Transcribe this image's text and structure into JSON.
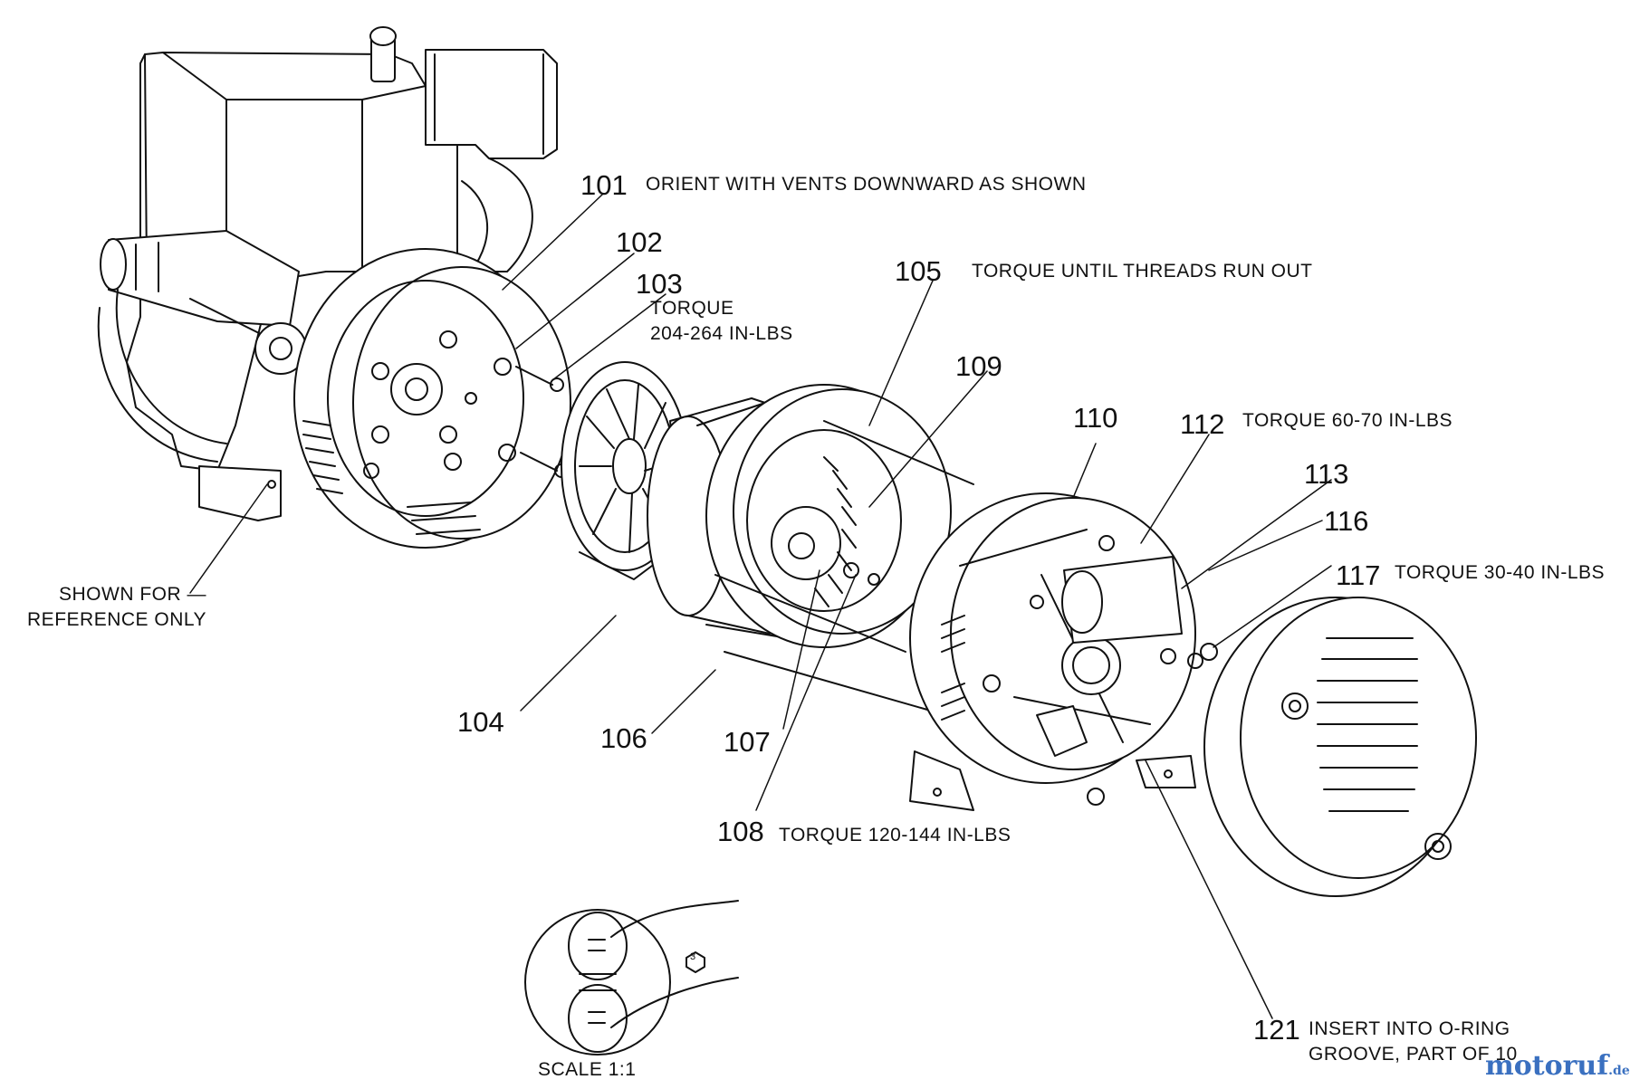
{
  "callouts": [
    {
      "id": "101",
      "note": "ORIENT  WITH  VENTS  DOWNWARD  AS  SHOWN"
    },
    {
      "id": "102",
      "note": ""
    },
    {
      "id": "103",
      "note": "TORQUE\n204-264 IN-LBS"
    },
    {
      "id": "104",
      "note": ""
    },
    {
      "id": "105",
      "note": "TORQUE UNTIL THREADS RUN OUT"
    },
    {
      "id": "106",
      "note": ""
    },
    {
      "id": "107",
      "note": ""
    },
    {
      "id": "108",
      "note": "TORQUE 120-144 IN-LBS"
    },
    {
      "id": "109",
      "note": ""
    },
    {
      "id": "110",
      "note": ""
    },
    {
      "id": "112",
      "note": "TORQUE 60-70 IN-LBS"
    },
    {
      "id": "113",
      "note": ""
    },
    {
      "id": "116",
      "note": ""
    },
    {
      "id": "117",
      "note": "TORQUE 30-40 IN-LBS"
    },
    {
      "id": "121",
      "note": "INSERT INTO O-RING\nGROOVE, PART OF 10"
    }
  ],
  "reference_label": "SHOWN FOR —\nREFERENCE ONLY",
  "inset": {
    "scale_label": "SCALE 1:1",
    "marker": "3"
  },
  "watermark": {
    "brand": "motoruf",
    "suffix": ".de"
  },
  "colors": {
    "line": "#111111",
    "background": "#ffffff",
    "watermark": "#3a70c0"
  }
}
